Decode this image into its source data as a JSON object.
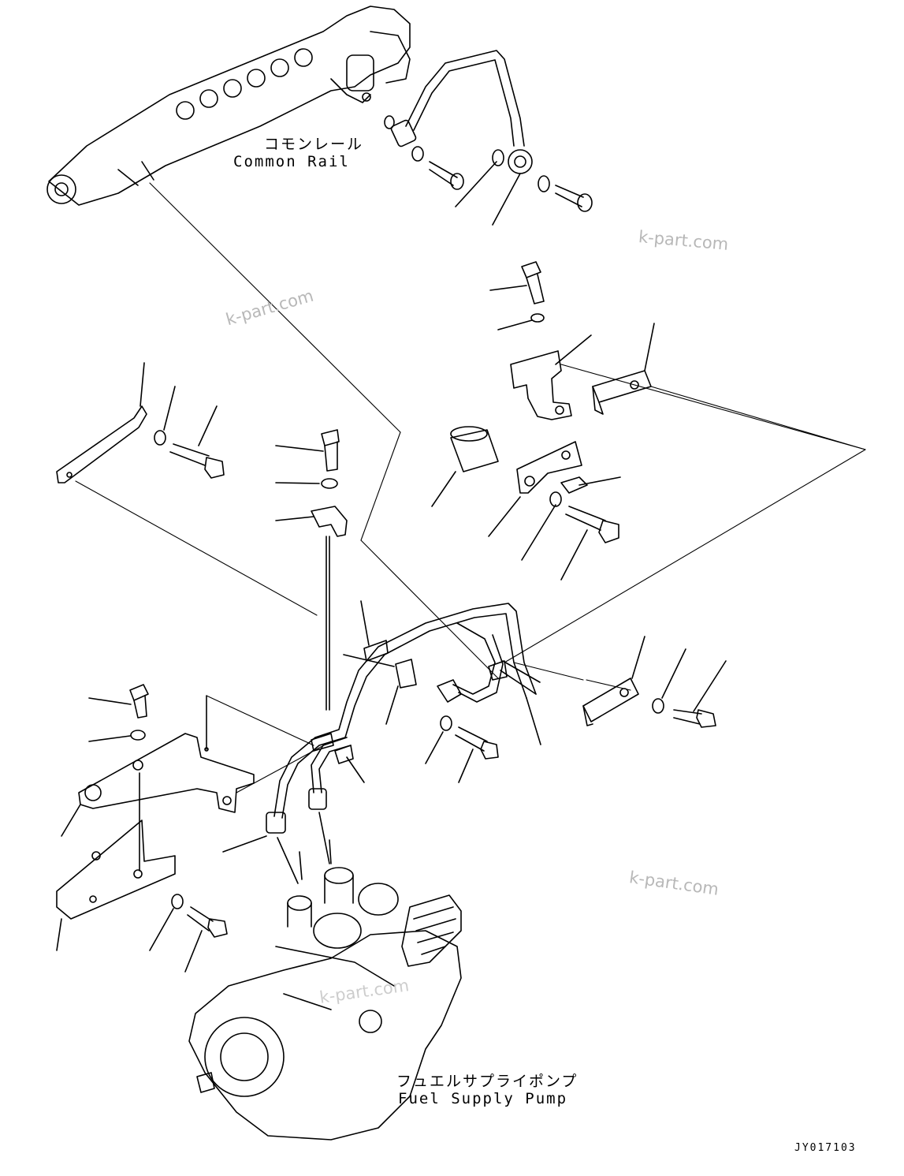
{
  "labels": {
    "common_rail_jp": "コモンレール",
    "common_rail_en": "Common Rail",
    "pump_jp": "フュエルサプライポンプ",
    "pump_en": "Fuel Supply Pump"
  },
  "watermarks": [
    "k-part.com",
    "k-part.com",
    "k-part.com",
    "k-part.com"
  ],
  "drawing_code": "JY017103",
  "colors": {
    "line": "#000000",
    "watermark": "#b8b8b8",
    "background": "#ffffff"
  }
}
